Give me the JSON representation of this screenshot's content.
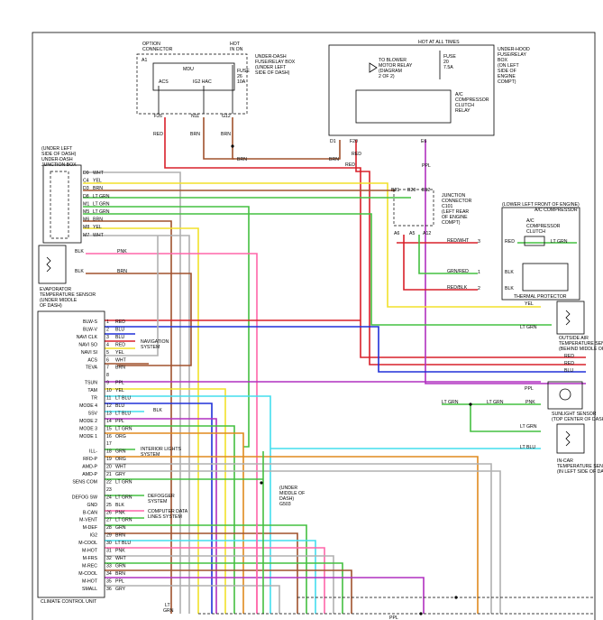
{
  "title_bar": "",
  "boxes": {
    "option_connector": [
      "OPTION",
      "CONNECTOR"
    ],
    "hot_in_on": [
      "HOT",
      "IN ON"
    ],
    "underdash_fuse_box": [
      "UNDER-DASH",
      "FUSE/RELAY BOX",
      "(UNDER LEFT",
      "SIDE OF DASH)"
    ],
    "mdu": "MDU",
    "acs": "ACS",
    "ig2_hac": "IG2 HAC",
    "fuse_dash": [
      "FUSE",
      "26",
      "10A"
    ],
    "hot_at_all_times": "HOT AT ALL TIMES",
    "underhood_box": [
      "UNDER-HOOD",
      "FUSE/RELAY",
      "BOX",
      "(ON LEFT",
      "SIDE OF",
      "ENGINE",
      "COMPT)"
    ],
    "blower_relay": [
      "TO BLOWER",
      "MOTOR RELAY",
      "(DIAGRAM",
      "2 OF 2)"
    ],
    "fuse_hood": [
      "FUSE",
      "20",
      "7.5A"
    ],
    "ac_clutch_relay": [
      "A/C",
      "COMPRESSOR",
      "CLUTCH",
      "RELAY"
    ],
    "junction_box": [
      "(UNDER LEFT",
      "SIDE OF DASH)",
      "UNDER-DASH",
      "JUNCTION BOX"
    ],
    "junction_connector": [
      "JUNCTION",
      "CONNECTOR",
      "C101",
      "(LEFT REAR",
      "OF ENGINE",
      "COMPT)"
    ],
    "ac_compressor_loc": "(LOWER LEFT FRONT OF ENGINE)",
    "ac_compressor": "A/C COMPRESSOR",
    "ac_comp_clutch": [
      "A/C",
      "COMPRESSOR",
      "CLUTCH"
    ],
    "thermal_protector": "THERMAL PROTECTOR",
    "evap_sensor": [
      "EVAPORATOR",
      "TEMPERATURE SENSOR",
      "(UNDER MIDDLE",
      "OF DASH)"
    ],
    "outside_air_sensor": [
      "OUTSIDE AIR",
      "TEMPERATURE SENSOR",
      "(BEHIND MIDDLE OF FRONT BUMPER)"
    ],
    "sunlight_sensor": [
      "SUNLIGHT SENSOR",
      "(TOP CENTER OF DASH)"
    ],
    "incar_sensor": [
      "IN-CAR",
      "TEMPERATURE SENSOR",
      "(IN LEFT SIDE OF DASH)"
    ],
    "navigation_system": [
      "NAVIGATION",
      "SYSTEM"
    ],
    "interior_lights": [
      "INTERIOR LIGHTS",
      "SYSTEM"
    ],
    "defogger_system": [
      "DEFOGGER",
      "SYSTEM"
    ],
    "computer_data": [
      "COMPUTER DATA",
      "LINES SYSTEM"
    ],
    "under_middle_dash": [
      "(UNDER",
      "MIDDLE OF",
      "DASH)",
      "G503"
    ],
    "climate_control_unit": "CLIMATE CONTROL UNIT"
  },
  "top_connectors": [
    "A1",
    "F26",
    "N11",
    "G12",
    "D1",
    "F20",
    "E6",
    "B21",
    "B20",
    "B12",
    "A6",
    "A5",
    "A12"
  ],
  "top_wires": [
    "RED",
    "BRN",
    "BRN",
    "BRN",
    "BRN",
    "RED",
    "RED",
    "PPL"
  ],
  "junction_rows": [
    {
      "pin": "D9",
      "color": "WHT"
    },
    {
      "pin": "C4",
      "color": "YEL"
    },
    {
      "pin": "D3",
      "color": "BRN"
    },
    {
      "pin": "D8",
      "color": "LT GRN"
    },
    {
      "pin": "M1",
      "color": "LT GRN"
    },
    {
      "pin": "M5",
      "color": "LT GRN"
    },
    {
      "pin": "M6",
      "color": "BRN"
    },
    {
      "pin": "M8",
      "color": "YEL"
    },
    {
      "pin": "M7",
      "color": "WHT"
    }
  ],
  "right_wires": [
    {
      "label": "RED/WHT",
      "pin": "3",
      "color2": "RED"
    },
    {
      "label": "GRN/RED",
      "pin": "1",
      "color2": "BLK"
    },
    {
      "label": "RED/BLK",
      "pin": "2",
      "color2": "BLK"
    }
  ],
  "ccu_pins": [
    {
      "name": "BLW-S",
      "no": "1",
      "wire": "RED"
    },
    {
      "name": "BLW-V",
      "no": "2",
      "wire": "BLU"
    },
    {
      "name": "NAVI CLK",
      "no": "3",
      "wire": "BLU"
    },
    {
      "name": "NAVI SO",
      "no": "4",
      "wire": "RED"
    },
    {
      "name": "NAVI SI",
      "no": "5",
      "wire": "YEL"
    },
    {
      "name": "ACS",
      "no": "6",
      "wire": "WHT"
    },
    {
      "name": "TEVA",
      "no": "7",
      "wire": "BRN"
    },
    {
      "name": "",
      "no": "8",
      "wire": ""
    },
    {
      "name": "TSUN",
      "no": "9",
      "wire": "PPL"
    },
    {
      "name": "TAM",
      "no": "10",
      "wire": "YEL"
    },
    {
      "name": "TR",
      "no": "11",
      "wire": "LT BLU"
    },
    {
      "name": "MODE 4",
      "no": "12",
      "wire": "BLU"
    },
    {
      "name": "SSV",
      "no": "13",
      "wire": "LT BLU"
    },
    {
      "name": "MODE 2",
      "no": "14",
      "wire": "PPL"
    },
    {
      "name": "MODE 3",
      "no": "15",
      "wire": "LT GRN"
    },
    {
      "name": "MODE 1",
      "no": "16",
      "wire": "ORG"
    },
    {
      "name": "",
      "no": "17",
      "wire": ""
    },
    {
      "name": "ILL-",
      "no": "18",
      "wire": "GRN"
    },
    {
      "name": "RFD-P",
      "no": "19",
      "wire": "ORG"
    },
    {
      "name": "AMD-P",
      "no": "20",
      "wire": "WHT"
    },
    {
      "name": "AMD-P",
      "no": "21",
      "wire": "GRY"
    },
    {
      "name": "SENS COM",
      "no": "22",
      "wire": "LT GRN"
    },
    {
      "name": "",
      "no": "23",
      "wire": ""
    },
    {
      "name": "DEFOG SW",
      "no": "24",
      "wire": "LT GRN"
    },
    {
      "name": "GND",
      "no": "25",
      "wire": "BLK"
    },
    {
      "name": "B-CAN",
      "no": "26",
      "wire": "PNK"
    },
    {
      "name": "M-VENT",
      "no": "27",
      "wire": "LT GRN"
    },
    {
      "name": "M-DEF",
      "no": "28",
      "wire": "GRN"
    },
    {
      "name": "IG2",
      "no": "29",
      "wire": "BRN"
    },
    {
      "name": "M-COOL",
      "no": "30",
      "wire": "LT BLU"
    },
    {
      "name": "M-HOT",
      "no": "31",
      "wire": "PNK"
    },
    {
      "name": "M-FRS",
      "no": "32",
      "wire": "WHT"
    },
    {
      "name": "M-REC",
      "no": "33",
      "wire": "GRN"
    },
    {
      "name": "M-COOL",
      "no": "34",
      "wire": "BRN"
    },
    {
      "name": "M-HOT",
      "no": "35",
      "wire": "PPL"
    },
    {
      "name": "SMALL",
      "no": "36",
      "wire": "GRY"
    }
  ],
  "misc": {
    "evap_blk": "BLK",
    "evap_pnk": "PNK",
    "evap_brn": "BRN",
    "outside_yel": "YEL",
    "outside_ltgrn": "LT GRN",
    "red1": "RED",
    "red2": "RED",
    "blu": "BLU",
    "ppl": "PPL",
    "ltgrn_a": "LT GRN",
    "ltgrn_b": "LT GRN",
    "pnk": "PNK",
    "ltblu": "LT BLU",
    "ltgrn_comp": "LT GRN",
    "blk13": "BLK",
    "ltgrn_v": "LT GRN",
    "ltgrn_v2": "LT GRN",
    "pnk_v": "PNK",
    "pnk_v2": "PNK",
    "lt_grn_bottom": [
      "LT",
      "GRN"
    ],
    "ppl_bottom": "PPL"
  }
}
